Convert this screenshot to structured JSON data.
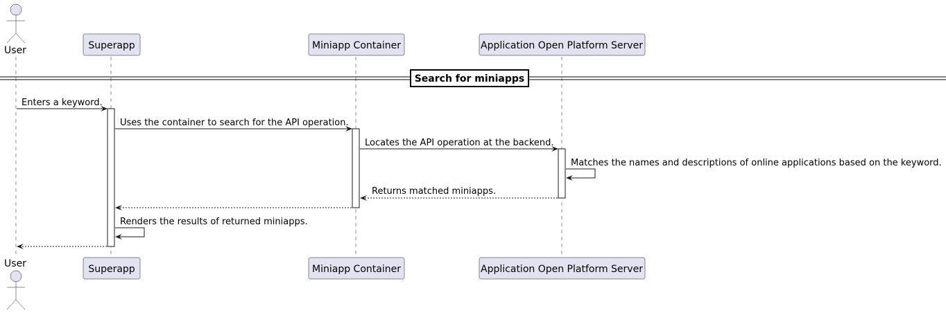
{
  "actor": {
    "name": "User"
  },
  "participants": [
    {
      "id": "superapp",
      "label": "Superapp"
    },
    {
      "id": "container",
      "label": "Miniapp Container"
    },
    {
      "id": "server",
      "label": "Application Open Platform Server"
    }
  ],
  "separator": {
    "label": "Search for miniapps"
  },
  "messages": [
    {
      "id": "m1",
      "text": "Enters a keyword."
    },
    {
      "id": "m2",
      "text": "Uses the container to search for the API operation."
    },
    {
      "id": "m3",
      "text": "Locates the API operation at the backend."
    },
    {
      "id": "m4",
      "text": "Matches the names and descriptions of online applications based on the keyword."
    },
    {
      "id": "m5",
      "text": "Returns matched miniapps."
    },
    {
      "id": "m6",
      "text": ""
    },
    {
      "id": "m7",
      "text": "Renders the results of returned miniapps."
    },
    {
      "id": "m8",
      "text": ""
    }
  ]
}
